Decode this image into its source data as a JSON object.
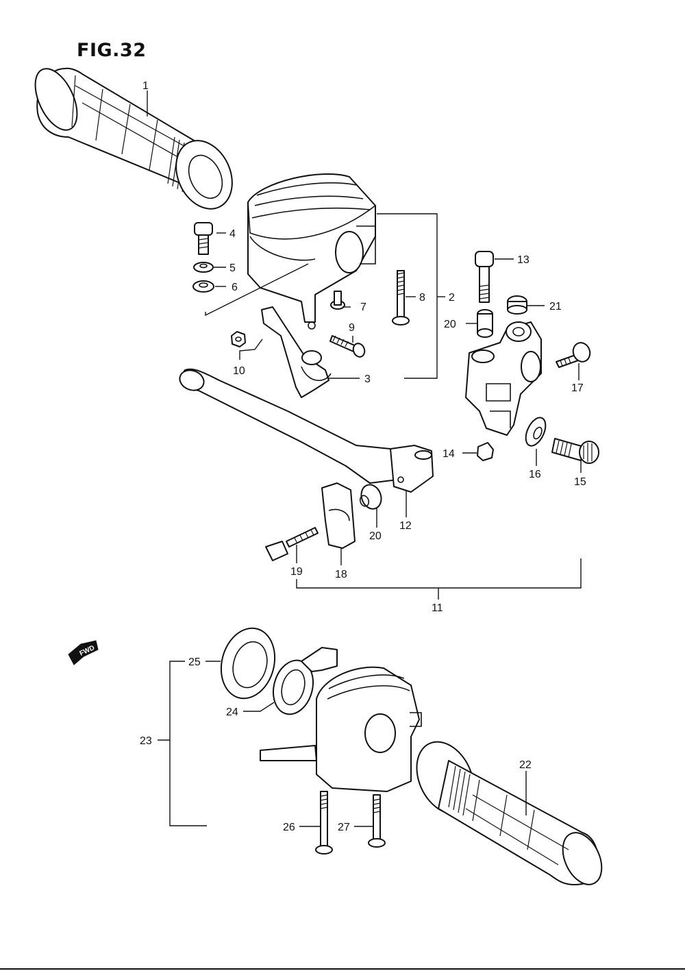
{
  "figure": {
    "title": "FIG.32",
    "fwd_mark": "FWD"
  },
  "callouts": {
    "p1": "1",
    "p2": "2",
    "p3": "3",
    "p4": "4",
    "p5": "5",
    "p6": "6",
    "p7": "7",
    "p8": "8",
    "p9": "9",
    "p10": "10",
    "p11": "11",
    "p12": "12",
    "p13": "13",
    "p14": "14",
    "p15": "15",
    "p16": "16",
    "p17": "17",
    "p18": "18",
    "p19": "19",
    "p20a": "20",
    "p20b": "20",
    "p21": "21",
    "p22": "22",
    "p23": "23",
    "p24": "24",
    "p25": "25",
    "p26": "26",
    "p27": "27"
  }
}
